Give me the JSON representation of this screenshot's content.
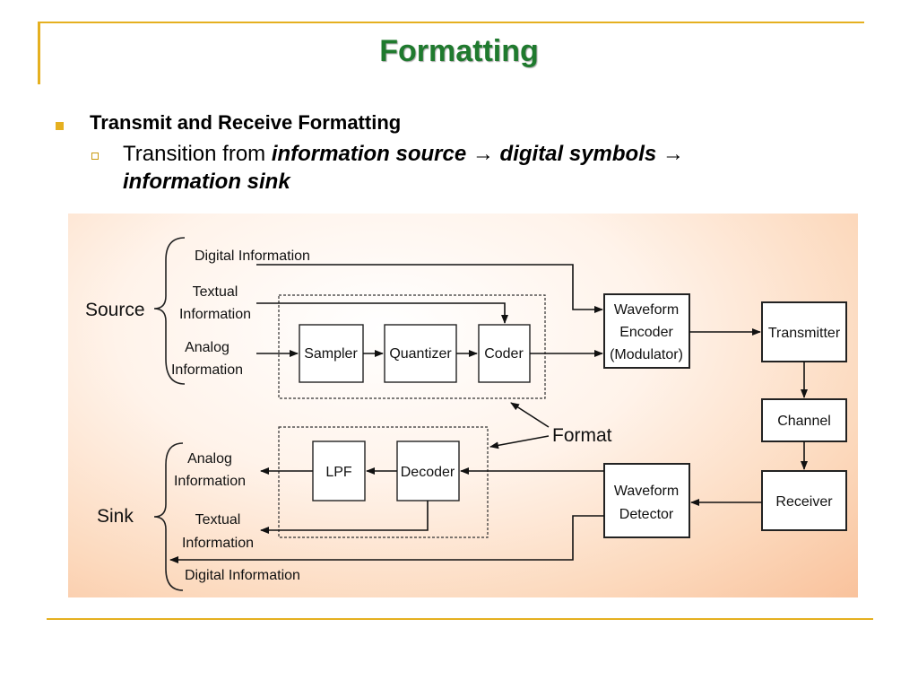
{
  "title": "Formatting",
  "bullet": {
    "heading": "Transmit and Receive Formatting",
    "sub_prefix": "Transition from ",
    "sub_term1": "information source",
    "arrow": "→",
    "sub_term2": "digital symbols",
    "sub_term3": "information sink"
  },
  "diagram": {
    "source_label": "Source",
    "sink_label": "Sink",
    "source_inputs": {
      "digital": "Digital Information",
      "textual_1": "Textual",
      "textual_2": "Information",
      "analog_1": "Analog",
      "analog_2": "Information"
    },
    "sink_outputs": {
      "analog_1": "Analog",
      "analog_2": "Information",
      "textual_1": "Textual",
      "textual_2": "Information",
      "digital": "Digital Information"
    },
    "blocks": {
      "sampler": "Sampler",
      "quantizer": "Quantizer",
      "coder": "Coder",
      "encoder_1": "Waveform",
      "encoder_2": "Encoder",
      "encoder_3": "(Modulator)",
      "transmitter": "Transmitter",
      "channel": "Channel",
      "receiver": "Receiver",
      "detector_1": "Waveform",
      "detector_2": "Detector",
      "decoder": "Decoder",
      "lpf": "LPF"
    },
    "format_label": "Format"
  }
}
